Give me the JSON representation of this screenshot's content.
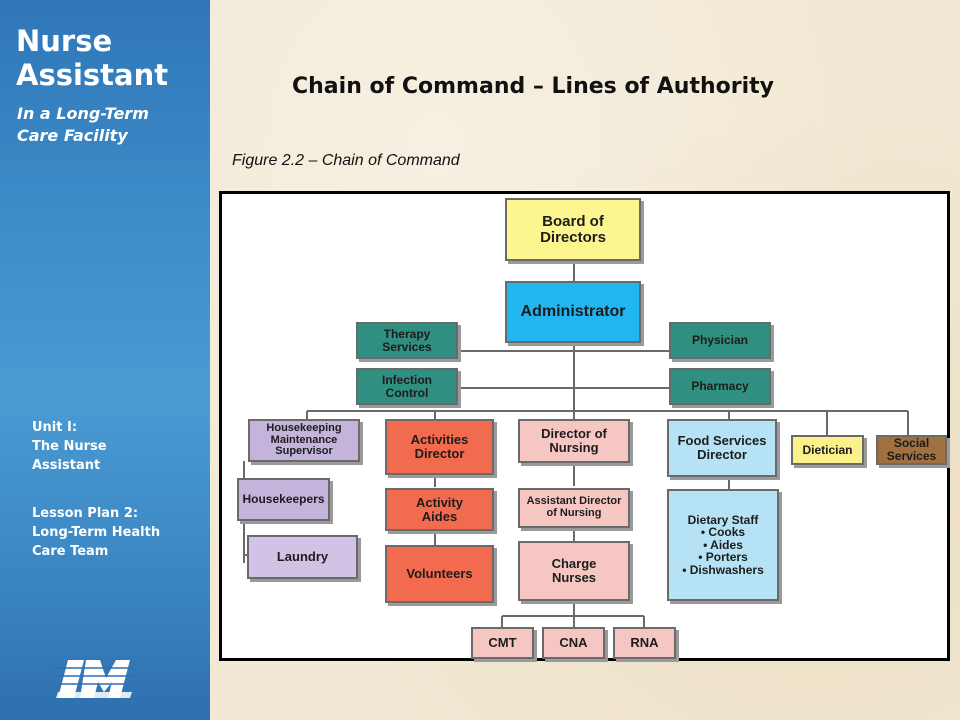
{
  "sidebar": {
    "title": "Nurse\nAssistant",
    "subtitle": "In a Long-Term\nCare Facility",
    "unit": "Unit I:\nThe Nurse\nAssistant",
    "lesson": "Lesson Plan 2:\nLong-Term Health\nCare Team",
    "logo_text": "IML"
  },
  "slide": {
    "title": "Chain of Command – Lines of Authority",
    "caption": "Figure 2.2 – Chain of Command"
  },
  "org_chart": {
    "board": "Board of\nDirectors",
    "administrator": "Administrator",
    "therapy": "Therapy\nServices",
    "infection": "Infection\nControl",
    "physician": "Physician",
    "pharmacy": "Pharmacy",
    "housekeeping_supervisor": "Housekeeping\nMaintenance\nSupervisor",
    "housekeepers": "Housekeepers",
    "laundry": "Laundry",
    "activities_director": "Activities\nDirector",
    "activity_aides": "Activity\nAides",
    "volunteers": "Volunteers",
    "director_nursing": "Director of\nNursing",
    "assistant_director": "Assistant Director\nof Nursing",
    "charge_nurses": "Charge\nNurses",
    "cmt": "CMT",
    "cna": "CNA",
    "rna": "RNA",
    "food_director": "Food Services\nDirector",
    "dietary_staff": "Dietary Staff\n• Cooks\n• Aides\n• Porters\n• Dishwashers",
    "dietician": "Dietician",
    "social_services": "Social\nServices"
  }
}
